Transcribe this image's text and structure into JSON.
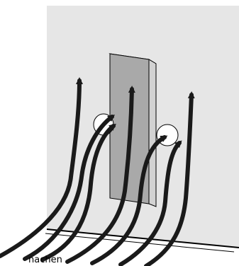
{
  "colors": {
    "wall": "#e6e6e6",
    "panel_front": "#a9a9a9",
    "panel_side": "#d2d2d2",
    "panel_top": "#c4c4c4",
    "arrow": "#1a1a1a",
    "vortex_fill": "#ffffff",
    "line": "#000000"
  },
  "diagram": {
    "caption_text": "nachen",
    "elements": [
      "wall-background",
      "vertical-panel",
      "airflow-arrows",
      "vortex-left",
      "vortex-right"
    ]
  }
}
